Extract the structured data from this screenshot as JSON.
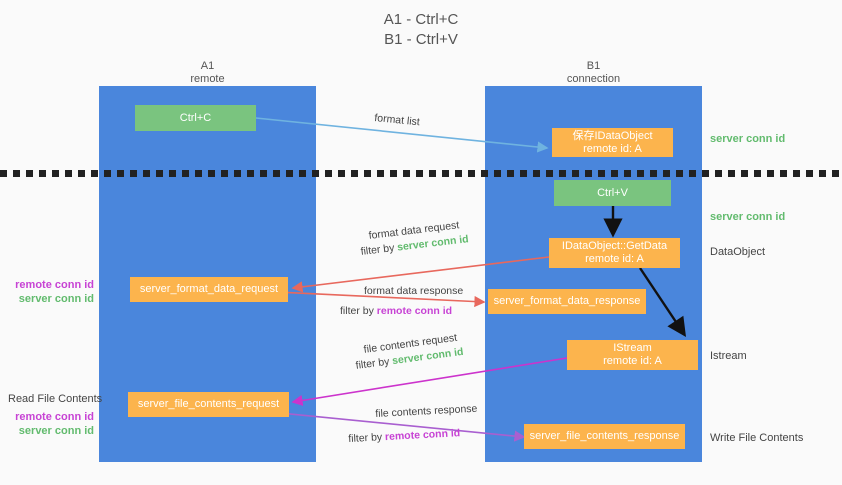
{
  "title_lines": [
    "A1 - Ctrl+C",
    "B1 - Ctrl+V"
  ],
  "colors": {
    "lane": "#4a86dc",
    "green_box": "#7ac47f",
    "orange_box": "#fcb44d",
    "server_conn": "#62bb6e",
    "remote_conn": "#c743d4",
    "arrow_blue": "#6fb3e0",
    "arrow_red": "#e8685d",
    "arrow_magenta": "#cc33cc",
    "arrow_purple": "#a95fd0",
    "arrow_black": "#111111",
    "background": "#fafafa"
  },
  "columns": [
    {
      "name": "A1",
      "sub": "remote"
    },
    {
      "name": "B1",
      "sub": "connection"
    }
  ],
  "boxes": {
    "ctrl_c": "Ctrl+C",
    "save_idataobject": [
      "保存IDataObject",
      "remote id: A"
    ],
    "ctrl_v": "Ctrl+V",
    "getdata": [
      "IDataObject::GetData",
      "remote id: A"
    ],
    "istream": [
      "IStream",
      "remote id: A"
    ],
    "server_format_data_request": "server_format_data_request",
    "server_format_data_response": "server_format_data_response",
    "server_file_contents_request": "server_file_contents_request",
    "server_file_contents_response": "server_file_contents_response"
  },
  "right_labels": {
    "server_conn_id_1": "server conn id",
    "server_conn_id_2": "server conn id",
    "dataobject": "DataObject",
    "istream": "Istream",
    "write_file_contents": "Write File Contents"
  },
  "left_labels": {
    "remote_conn_id_1": "remote conn id",
    "server_conn_id_1": "server conn id",
    "read_file_contents": "Read File Contents",
    "remote_conn_id_2": "remote conn id",
    "server_conn_id_2": "server conn id"
  },
  "edge_captions": {
    "format_list": "format list",
    "format_data_request": "format data request",
    "format_data_request_filter_prefix": "filter by ",
    "format_data_request_filter_key": "server conn id",
    "format_data_response": "format data response",
    "format_data_response_filter_prefix": "filter by ",
    "format_data_response_filter_key": "remote conn id",
    "file_contents_request": "file contents request",
    "file_contents_request_filter_prefix": "filter by ",
    "file_contents_request_filter_key": "server conn id",
    "file_contents_response": "file contents response",
    "file_contents_response_filter_prefix": "filter by ",
    "file_contents_response_filter_key": "remote conn id"
  }
}
